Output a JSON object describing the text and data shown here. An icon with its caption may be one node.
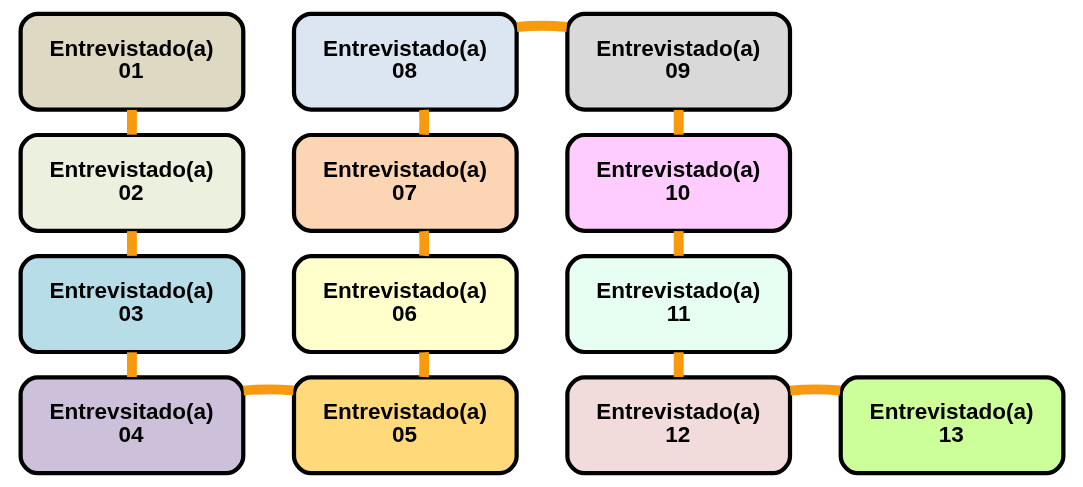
{
  "diagram": {
    "nodes": [
      {
        "text": [
          "Entrevistado(a) 01"
        ]
      },
      {
        "text": [
          "Entrevistado(a) 02"
        ]
      },
      {
        "text": [
          "Entrevistado(a) 03"
        ]
      },
      {
        "text": [
          "Entrevsitado(a) 04"
        ]
      },
      {
        "text": [
          "Entrevistado(a) 05"
        ]
      },
      {
        "text": [
          "Entrevistado(a) 06"
        ]
      },
      {
        "text": [
          "Entrevistado(a) 07"
        ]
      },
      {
        "text": [
          "Entrevistado(a) 08"
        ]
      },
      {
        "text": [
          "Entrevistado(a) 09"
        ]
      },
      {
        "text": [
          "Entrevistado(a) 10"
        ]
      },
      {
        "text": [
          "Entrevistado(a) 11"
        ]
      },
      {
        "text": [
          "Entrevistado(a) 12"
        ]
      },
      {
        "text": [
          "Entrevistado(a) 13"
        ]
      }
    ],
    "edges": [
      {
        "from": 0,
        "to": 1,
        "arrow": "none"
      },
      {
        "from": 1,
        "to": 2,
        "arrow": "none"
      },
      {
        "from": 2,
        "to": 3,
        "arrow": "none"
      },
      {
        "from": 3,
        "to": 4,
        "arrow": "none"
      },
      {
        "from": 4,
        "to": 5,
        "arrow": "none"
      },
      {
        "from": 5,
        "to": 6,
        "arrow": "none"
      },
      {
        "from": 6,
        "to": 7,
        "arrow": "none"
      },
      {
        "from": 7,
        "to": 8,
        "arrow": "none"
      },
      {
        "from": 8,
        "to": 9,
        "arrow": "none"
      },
      {
        "from": 9,
        "to": 10,
        "arrow": "none"
      },
      {
        "from": 10,
        "to": 11,
        "arrow": "none"
      },
      {
        "from": 11,
        "to": 12,
        "arrow": "none"
      }
    ]
  }
}
